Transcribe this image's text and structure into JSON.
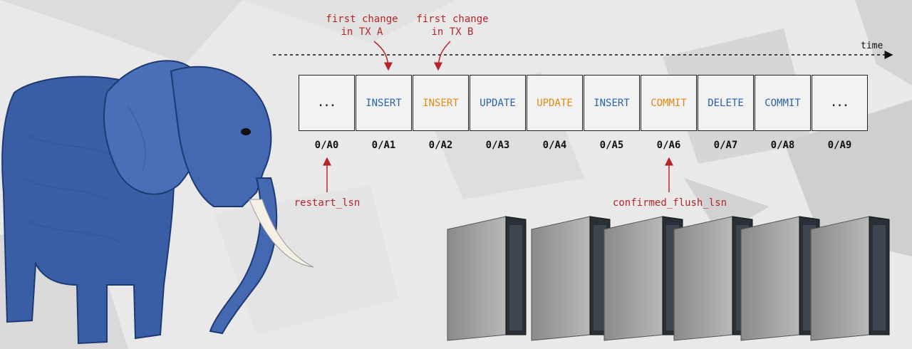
{
  "timeline": {
    "time_label": "time"
  },
  "records": [
    {
      "label": "...",
      "lsn": "0/A0",
      "kind": "plain"
    },
    {
      "label": "INSERT",
      "lsn": "0/A1",
      "kind": "tx-a"
    },
    {
      "label": "INSERT",
      "lsn": "0/A2",
      "kind": "tx-b"
    },
    {
      "label": "UPDATE",
      "lsn": "0/A3",
      "kind": "tx-a"
    },
    {
      "label": "UPDATE",
      "lsn": "0/A4",
      "kind": "tx-b"
    },
    {
      "label": "INSERT",
      "lsn": "0/A5",
      "kind": "tx-a"
    },
    {
      "label": "COMMIT",
      "lsn": "0/A6",
      "kind": "tx-b"
    },
    {
      "label": "DELETE",
      "lsn": "0/A7",
      "kind": "tx-a"
    },
    {
      "label": "COMMIT",
      "lsn": "0/A8",
      "kind": "tx-a"
    },
    {
      "label": "...",
      "lsn": "0/A9",
      "kind": "plain"
    }
  ],
  "annotations": {
    "first_change_a": [
      "first change",
      "in TX A"
    ],
    "first_change_b": [
      "first change",
      "in TX B"
    ],
    "restart_lsn": "restart_lsn",
    "confirmed_flush_lsn": "confirmed_flush_lsn"
  },
  "colors": {
    "tx_a": "#2a63a8",
    "tx_b": "#e08a12",
    "annotation": "#b5262b",
    "elephant": "#2f4f9a"
  },
  "icons": {
    "elephant": "postgres-elephant-illustration",
    "servers": "server-tower-icon"
  }
}
